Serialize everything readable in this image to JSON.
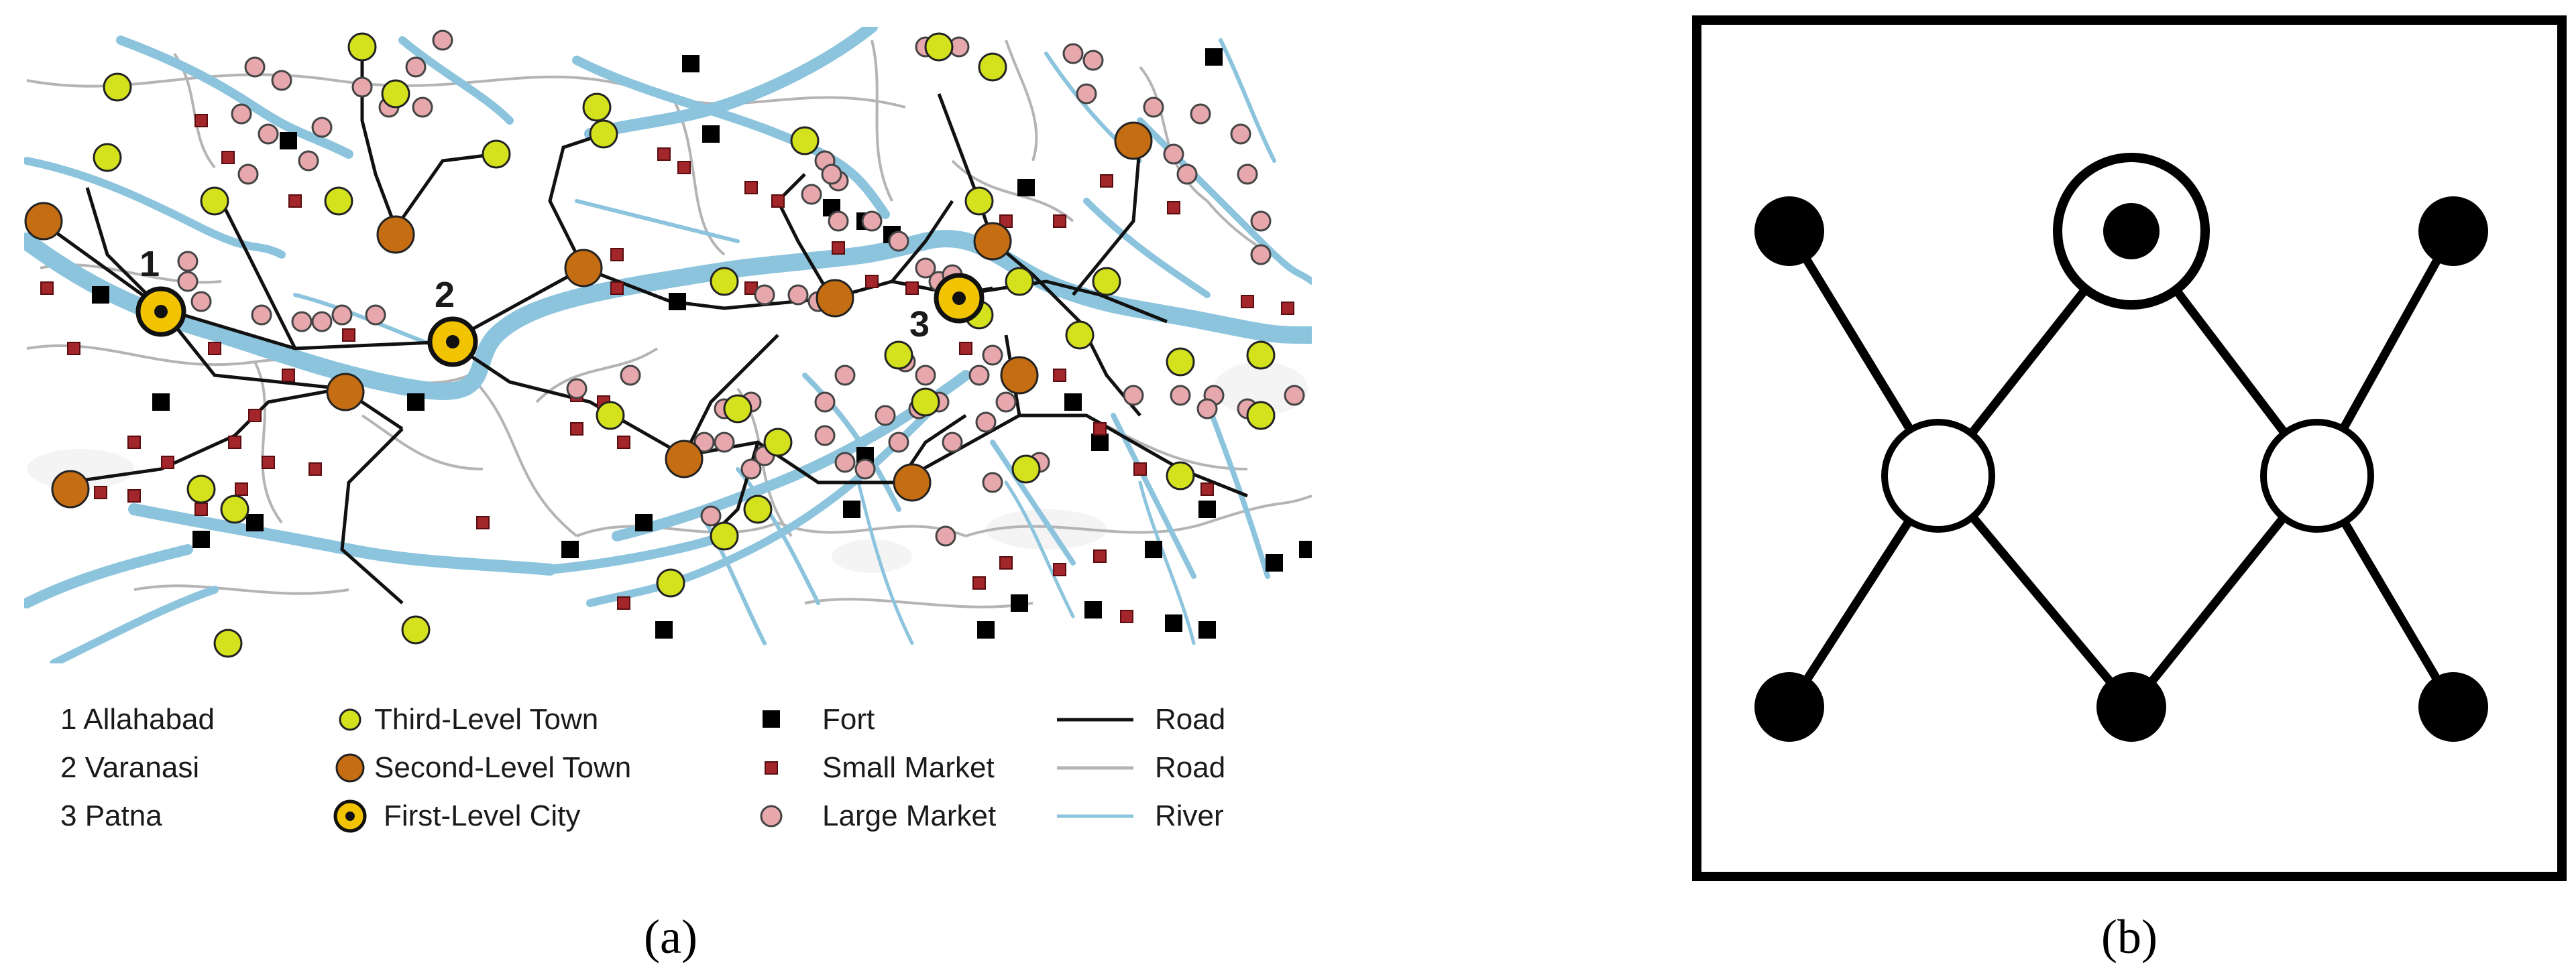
{
  "figure": {
    "panel_a_label": "(a)",
    "panel_b_label": "(b)"
  },
  "map": {
    "colors": {
      "river": "#8cc4de",
      "road_major": "#111111",
      "road_minor": "#b4b4b4",
      "third_level_town": "#d4e21d",
      "second_level_town": "#c56d12",
      "first_level_ring": "#f2c300",
      "small_market": "#a3262a",
      "large_market": "#e7a8ad",
      "fort": "#000000"
    },
    "city_labels": [
      {
        "number": "1",
        "city": "Allahabad"
      },
      {
        "number": "2",
        "city": "Varanasi"
      },
      {
        "number": "3",
        "city": "Patna"
      }
    ],
    "legend": {
      "cities": [
        "1 Allahabad",
        "2 Varanasi",
        "3 Patna"
      ],
      "towns": [
        {
          "symbol": "third-level-town",
          "label": "Third-Level Town"
        },
        {
          "symbol": "second-level-town",
          "label": "Second-Level Town"
        },
        {
          "symbol": "first-level-city",
          "label": "First-Level City"
        }
      ],
      "markets": [
        {
          "symbol": "fort",
          "label": "Fort"
        },
        {
          "symbol": "small-market",
          "label": "Small Market"
        },
        {
          "symbol": "large-market",
          "label": "Large Market"
        }
      ],
      "lines": [
        {
          "symbol": "road-major",
          "label": "Road"
        },
        {
          "symbol": "road-minor",
          "label": "Road"
        },
        {
          "symbol": "river",
          "label": "River"
        }
      ]
    }
  },
  "diagram": {
    "colors": {
      "stroke": "#000000",
      "filled_node": "#000000",
      "open_node": "#ffffff"
    }
  }
}
